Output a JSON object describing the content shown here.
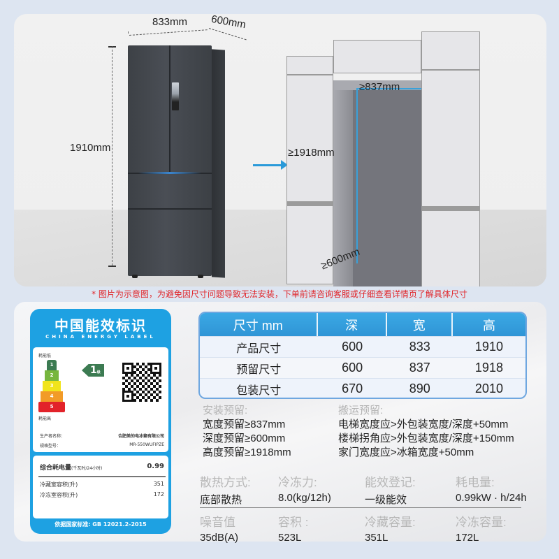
{
  "scene": {
    "fridge_width": "833mm",
    "fridge_depth": "600mm",
    "fridge_height": "1910mm",
    "niche_width": "≥837mm",
    "niche_height": "≥1918mm",
    "niche_depth": "≥600mm",
    "arrow_color": "#2a9ad9"
  },
  "disclaimer": "* 图片为示意图，为避免因尺寸问题导致无法安装，下单前请咨询客服或仔细查看详情页了解具体尺寸",
  "energy_label": {
    "title": "中国能效标识",
    "subtitle": "CHINA ENERGY LABEL",
    "low_consumption": "耗能低",
    "high_consumption": "耗能高",
    "grades": [
      "1",
      "2",
      "3",
      "4",
      "5"
    ],
    "grade_colors": [
      "#3c7b52",
      "#77b63e",
      "#f1e41b",
      "#f29b27",
      "#e2232a"
    ],
    "current_grade": "1",
    "grade_suffix": "级",
    "manufacturer_label": "生产者名称：",
    "manufacturer": "合肥美的电冰箱有限公司",
    "model_label": "规格型号：",
    "model": "MR-550WUFIPZE",
    "consumption_label": "综合耗电量",
    "consumption_unit": "(千瓦时/24小时)",
    "consumption_value": "0.99",
    "fridge_volume_label": "冷藏室容积(升)",
    "fridge_volume": "351",
    "freezer_volume_label": "冷冻室容积(升)",
    "freezer_volume": "172",
    "standard": "依据国家标准: GB 12021.2-2015",
    "brand_color": "#1ea1e2"
  },
  "dimension_table": {
    "headers": [
      "尺寸 mm",
      "深",
      "宽",
      "高"
    ],
    "rows": [
      {
        "label": "产品尺寸",
        "depth": "600",
        "width": "833",
        "height": "1910"
      },
      {
        "label": "预留尺寸",
        "depth": "600",
        "width": "837",
        "height": "1918"
      },
      {
        "label": "包装尺寸",
        "depth": "670",
        "width": "890",
        "height": "2010"
      }
    ]
  },
  "install": {
    "title": "安装预留:",
    "items": [
      "宽度预留≥837mm",
      "深度预留≥600mm",
      "高度预留≥1918mm"
    ]
  },
  "transport": {
    "title": "搬运预留:",
    "items": [
      "电梯宽度应>外包装宽度/深度+50mm",
      "楼梯拐角应>外包装宽度/深度+150mm",
      "家门宽度应>冰箱宽度+50mm"
    ]
  },
  "specs": [
    {
      "key": "散热方式:",
      "value": "底部散热"
    },
    {
      "key": "冷冻力:",
      "value": "8.0(kg/12h)"
    },
    {
      "key": "能效登记:",
      "value": "一级能效"
    },
    {
      "key": "耗电量:",
      "value": "0.99kW · h/24h"
    },
    {
      "key": "噪音值",
      "value": "35dB(A)"
    },
    {
      "key": "容积 :",
      "value": "523L"
    },
    {
      "key": "冷藏容量:",
      "value": "351L"
    },
    {
      "key": "冷冻容量:",
      "value": "172L"
    }
  ]
}
